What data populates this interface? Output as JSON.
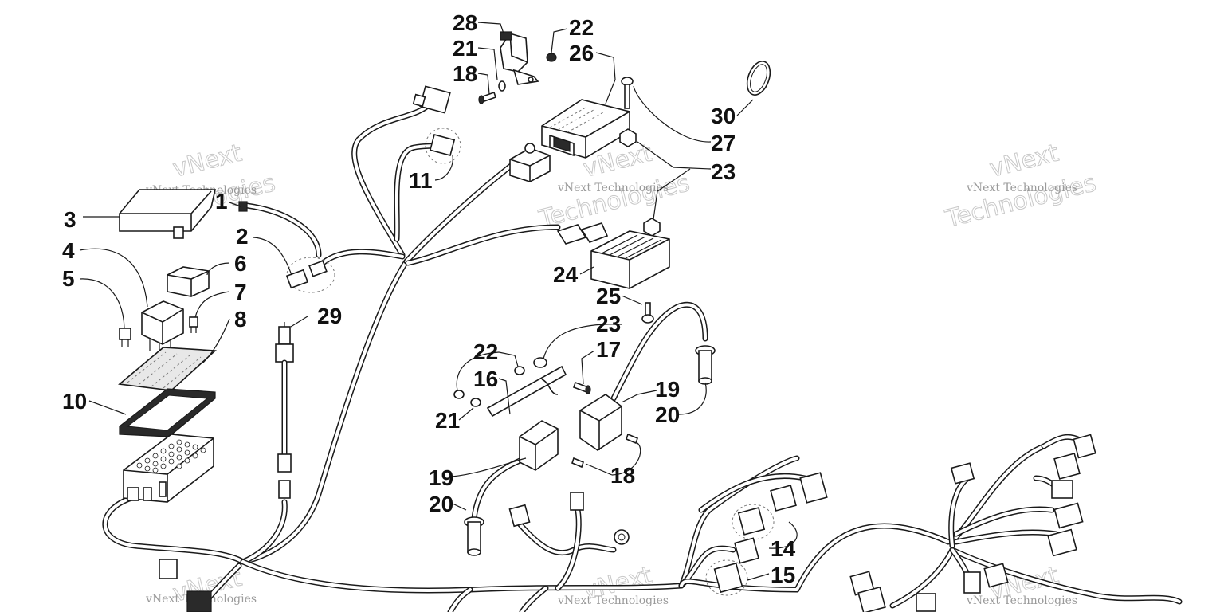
{
  "callouts": {
    "c1": "1",
    "c2": "2",
    "c3": "3",
    "c4": "4",
    "c5": "5",
    "c6": "6",
    "c7": "7",
    "c8": "8",
    "c10": "10",
    "c11": "11",
    "c14": "14",
    "c15": "15",
    "c16": "16",
    "c17": "17",
    "c18a": "18",
    "c18b": "18",
    "c19a": "19",
    "c19b": "19",
    "c20a": "20",
    "c20b": "20",
    "c21a": "21",
    "c21b": "21",
    "c22a": "22",
    "c22b": "22",
    "c23a": "23",
    "c23b": "23",
    "c24": "24",
    "c25": "25",
    "c26": "26",
    "c27": "27",
    "c28": "28",
    "c29": "29",
    "c30": "30"
  },
  "watermark": {
    "line1": "vNext Technologies",
    "line2": "Technologies",
    "line3": "vNext"
  }
}
